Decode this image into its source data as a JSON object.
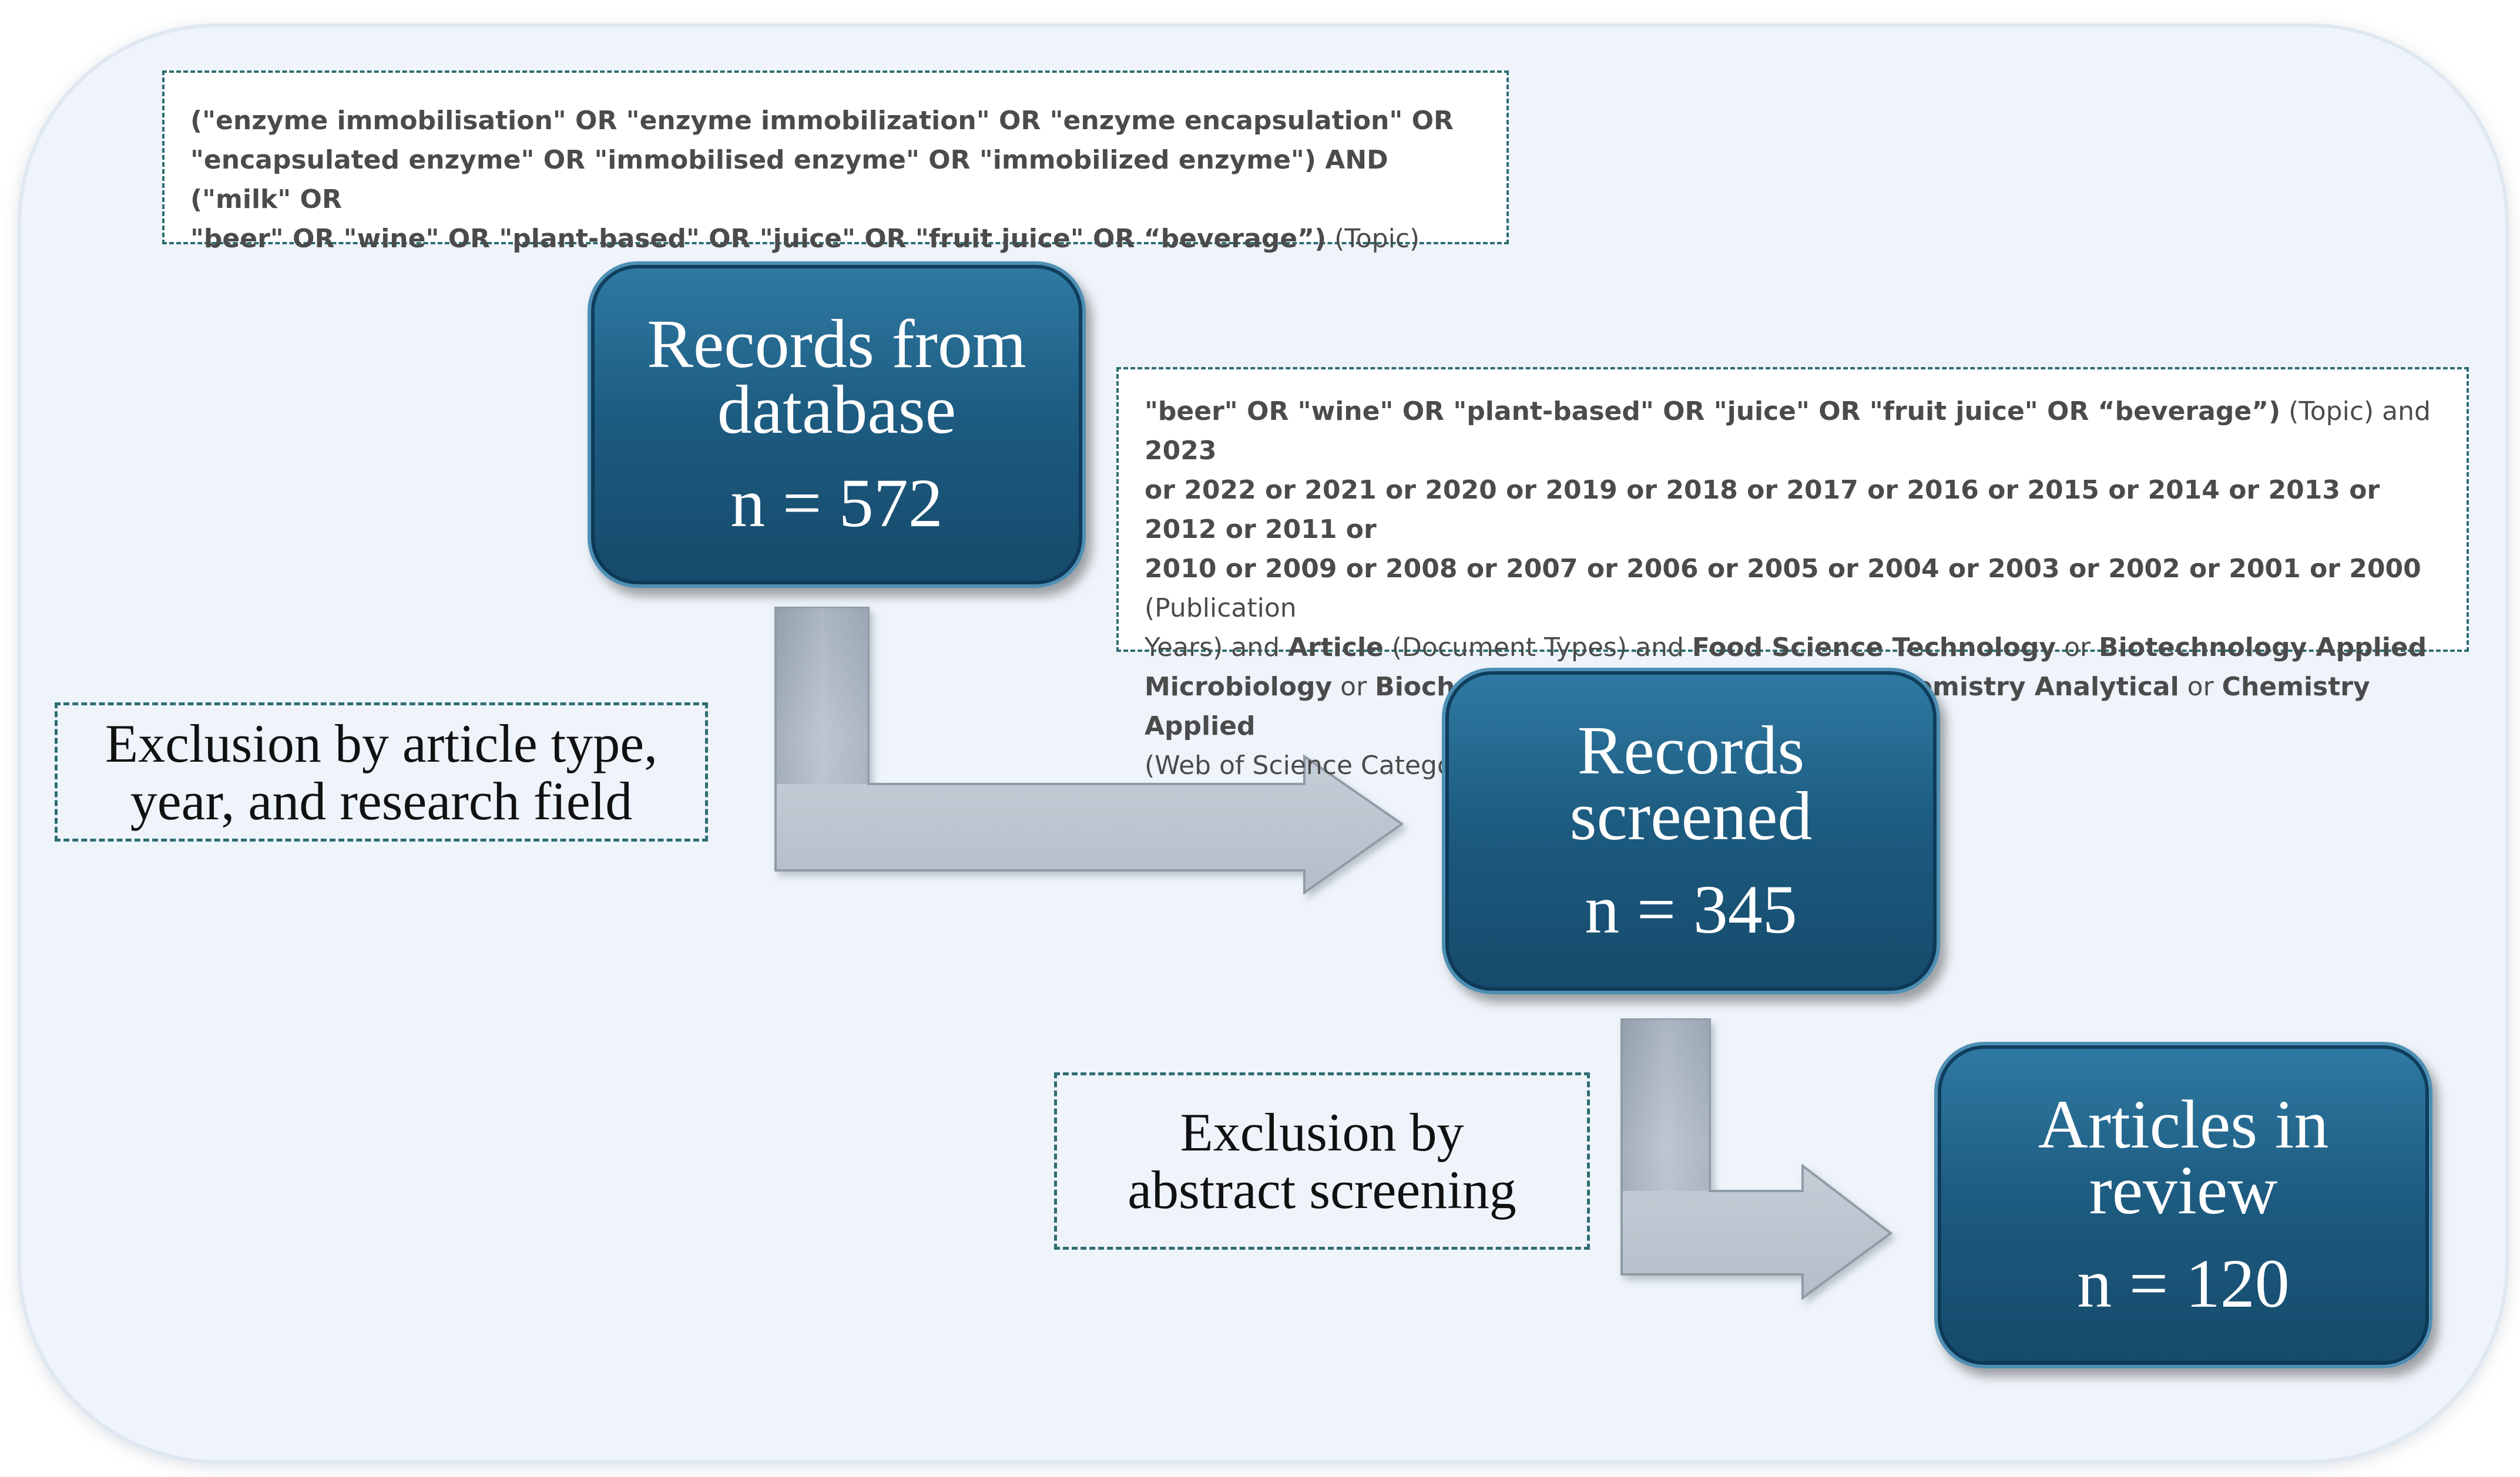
{
  "query_1": {
    "line1": "(\"enzyme immobilisation\" OR \"enzyme immobilization\" OR \"enzyme encapsulation\" OR",
    "line2": "\"encapsulated enzyme\" OR \"immobilised enzyme\" OR \"immobilized enzyme\") AND (\"milk\" OR",
    "line3_bold": "\"beer\" OR \"wine\" OR \"plant-based\" OR \"juice\" OR \"fruit juice\" OR “beverage”)",
    "line3_light": " (Topic)"
  },
  "query_2": {
    "l1_bold": "\"beer\" OR \"wine\" OR \"plant-based\" OR \"juice\" OR \"fruit juice\" OR “beverage”)",
    "l1_light": " (Topic) and ",
    "l1_year": "2023",
    "l2": "or 2022 or 2021 or 2020 or 2019 or 2018 or 2017 or 2016 or 2015 or 2014 or 2013 or 2012 or 2011 or",
    "l3": "2010 or 2009 or 2008 or 2007 or 2006 or 2005 or 2004 or 2003 or 2002 or 2001 or 2000",
    "l3_light": " (Publication",
    "l4_light_a": "Years) and ",
    "l4_bold_a": "Article",
    "l4_light_b": " (Document Types) and ",
    "l4_bold_b": "Food Science Technology",
    "l4_light_c": " or ",
    "l4_bold_c": "Biotechnology Applied",
    "l5_bold_a": "Microbiology",
    "l5_light_a": " or ",
    "l5_bold_b": "Biochemistry Molecular Biology",
    "l5_light_b": " or ",
    "l5_bold_c": "Chemistry Analytical",
    "l5_light_c": " or ",
    "l5_bold_d": "Chemistry Applied",
    "l6_light": "(Web of Science Categories)"
  },
  "stages": {
    "records_db": {
      "title": "Records from\ndatabase",
      "count": "n = 572"
    },
    "records_screened": {
      "title": "Records\nscreened",
      "count": "n = 345"
    },
    "articles": {
      "title": "Articles in\nreview",
      "count": "n = 120"
    }
  },
  "exclusions": {
    "first": "Exclusion by article type,\n year, and research field",
    "second": "Exclusion by\n abstract screening"
  }
}
